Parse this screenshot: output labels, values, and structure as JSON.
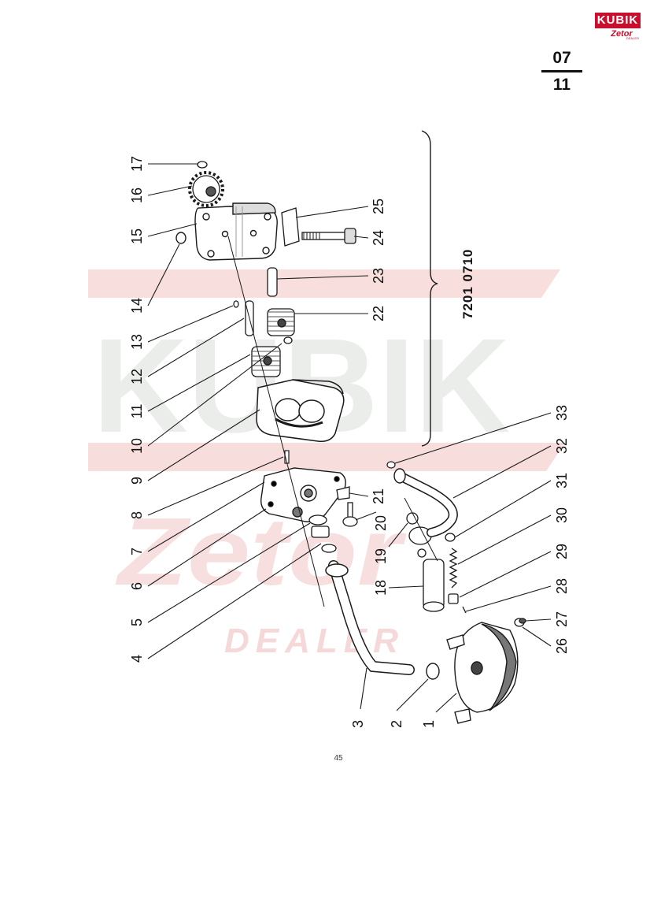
{
  "brand": {
    "logo_top": "KUBIK",
    "logo_bottom": "Zetor",
    "logo_dealer": "DEALER"
  },
  "section": {
    "top": "07",
    "bottom": "11"
  },
  "watermark": {
    "main": "KUBIK",
    "brand": "Zetor",
    "sub": "DEALER"
  },
  "assembly_code": "7201 0710",
  "page_number": "45",
  "part_labels": [
    "1",
    "2",
    "3",
    "4",
    "5",
    "6",
    "7",
    "8",
    "9",
    "10",
    "11",
    "12",
    "13",
    "14",
    "15",
    "16",
    "17",
    "18",
    "19",
    "20",
    "21",
    "22",
    "23",
    "24",
    "25",
    "26",
    "27",
    "28",
    "29",
    "30",
    "31",
    "32",
    "33"
  ],
  "colors": {
    "watermark": "#f6d2d2",
    "watermark_dark": "#e7eae7",
    "logo_red": "#c8102e",
    "ink": "#1a1a1a"
  }
}
